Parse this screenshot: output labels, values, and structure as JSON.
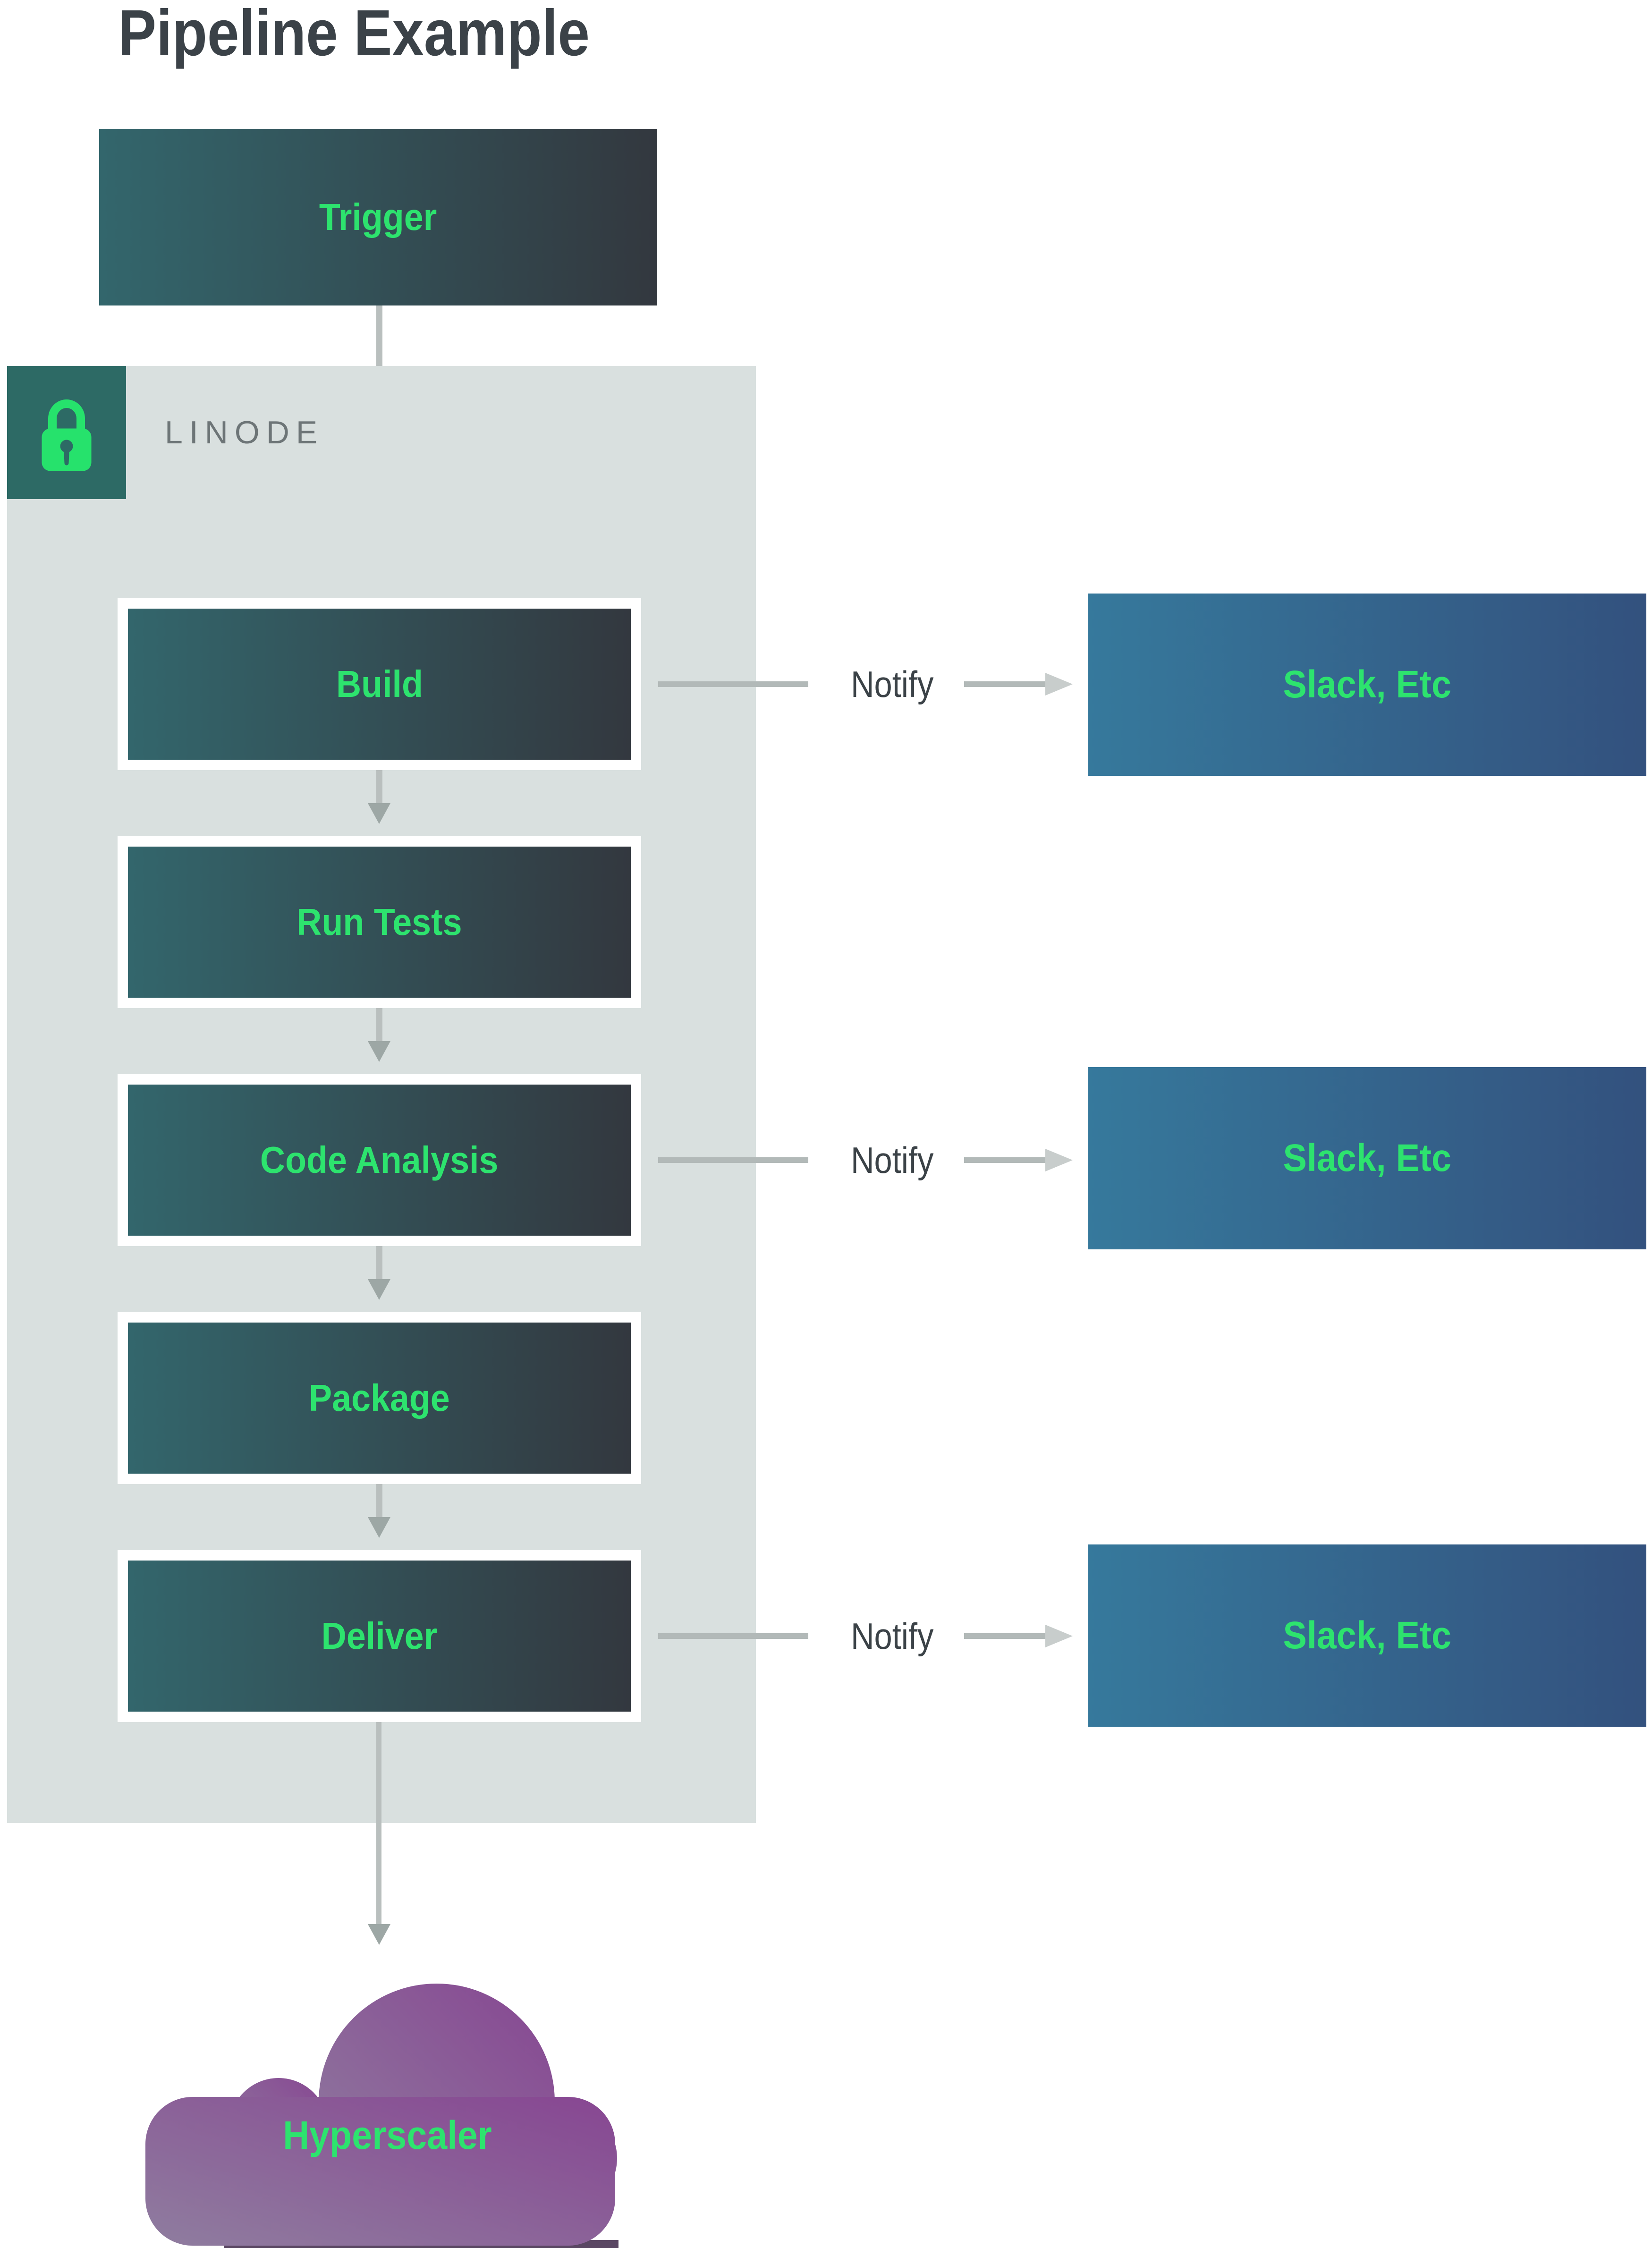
{
  "title": "Pipeline Example",
  "trigger": {
    "label": "Trigger"
  },
  "panel": {
    "name": "LINODE"
  },
  "stages": [
    {
      "label": "Build",
      "notify": true
    },
    {
      "label": "Run Tests",
      "notify": false
    },
    {
      "label": "Code Analysis",
      "notify": true
    },
    {
      "label": "Package",
      "notify": false
    },
    {
      "label": "Deliver",
      "notify": true
    }
  ],
  "notify": {
    "label": "Notify",
    "target": "Slack, Etc"
  },
  "cloud": {
    "label": "Hyperscaler"
  },
  "icons": {
    "lock": "lock-icon"
  },
  "colors": {
    "title_text": "#3b4248",
    "panel_bg": "#d9e0df",
    "lock_badge_bg": "#2d6a65",
    "accent_green": "#2de36e",
    "stage_gradient_left": "#33666c",
    "stage_gradient_right": "#33383f",
    "notify_box_gradient_left": "#36799c",
    "notify_box_gradient_right": "#33517e",
    "cloud_gradient_start": "#8f7d9f",
    "cloud_gradient_end": "#874692",
    "linode_text": "#6d7577",
    "notify_text": "#3b4247",
    "arrow_gray": "#9da7a5"
  }
}
